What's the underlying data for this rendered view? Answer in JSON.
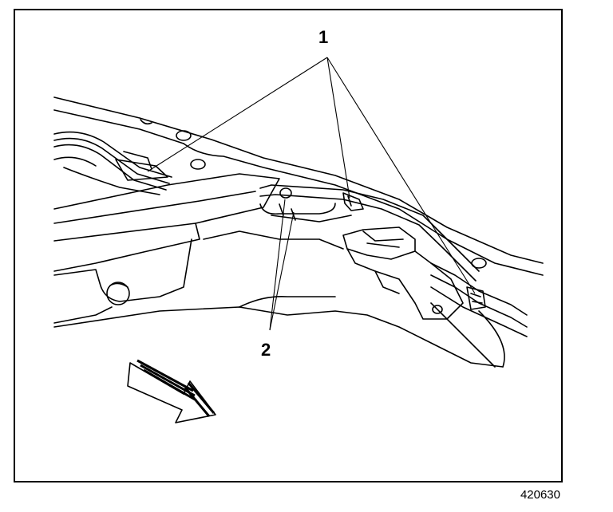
{
  "diagram": {
    "callouts": [
      {
        "id": "1",
        "label": "1"
      },
      {
        "id": "2",
        "label": "2"
      }
    ],
    "figure_number": "420630"
  }
}
